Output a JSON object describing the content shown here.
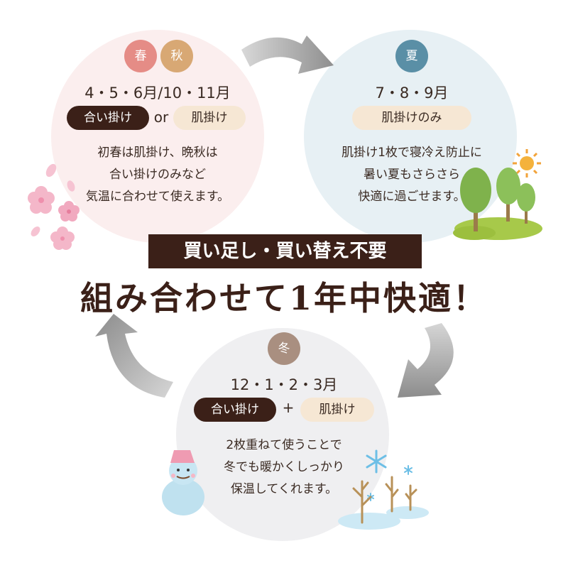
{
  "spring_autumn": {
    "badge_spring": "春",
    "badge_autumn": "秋",
    "months": "4・5・6月/10・11月",
    "pill_dark": "合い掛け",
    "joiner": "or",
    "pill_light": "肌掛け",
    "desc_line1": "初春は肌掛け、晩秋は",
    "desc_line2": "合い掛けのみなど",
    "desc_line3": "気温に合わせて使えます。"
  },
  "summer": {
    "badge": "夏",
    "months": "7・8・9月",
    "pill_light": "肌掛けのみ",
    "desc_line1": "肌掛け1枚で寝冷え防止に",
    "desc_line2": "暑い夏もさらさら",
    "desc_line3": "快適に過ごせます。"
  },
  "winter": {
    "badge": "冬",
    "months": "12・1・2・3月",
    "pill_dark": "合い掛け",
    "joiner": "+",
    "pill_light": "肌掛け",
    "desc_line1": "2枚重ねて使うことで",
    "desc_line2": "冬でも暖かくしっかり",
    "desc_line3": "保温してくれます。"
  },
  "center": {
    "banner": "買い足し・買い替え不要",
    "headline": "組み合わせて1年中快適！"
  },
  "colors": {
    "dark_brown": "#3b2018",
    "spring": "#e58c86",
    "autumn": "#d8a874",
    "summer": "#5a8fa6",
    "winter": "#a98f80"
  },
  "icons": [
    "cherry-blossom-icon",
    "sun-icon",
    "tree-icon",
    "snowman-icon",
    "snowflake-icon",
    "bare-tree-icon",
    "cycle-arrow-icon"
  ]
}
